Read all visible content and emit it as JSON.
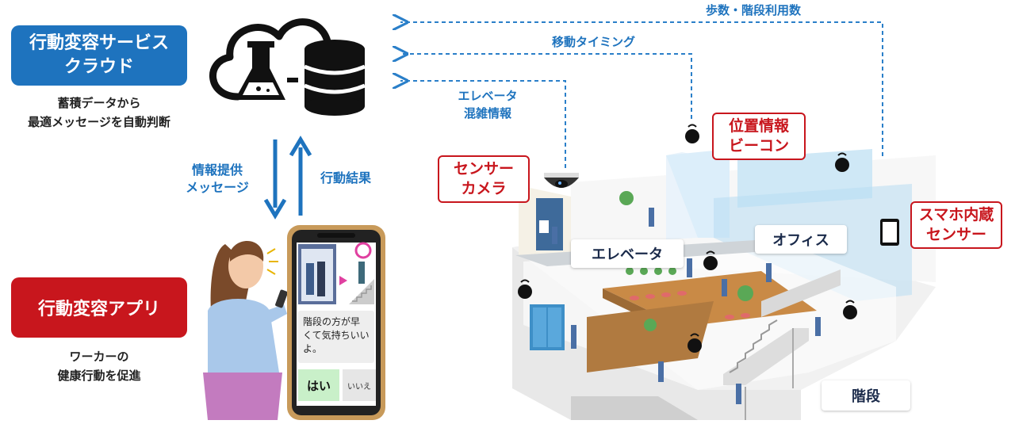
{
  "cloud": {
    "title_line1": "行動変容サービス",
    "title_line2": "クラウド",
    "caption_line1": "蓄積データから",
    "caption_line2": "最適メッセージを自動判断"
  },
  "flow": {
    "down_line1": "情報提供",
    "down_line2": "メッセージ",
    "up": "行動結果"
  },
  "app": {
    "title": "行動変容アプリ",
    "caption_line1": "ワーカーの",
    "caption_line2": "健康行動を促進"
  },
  "phone": {
    "message_line1": "階段の方が早",
    "message_line2": "くて気持ちいい",
    "message_line3": "よ。",
    "yes": "はい",
    "no": "いいえ"
  },
  "data_flows": {
    "steps": "歩数・階段利用数",
    "timing": "移動タイミング",
    "elevator_line1": "エレベータ",
    "elevator_line2": "混雑情報"
  },
  "sensors": {
    "camera_line1": "センサー",
    "camera_line2": "カメラ",
    "beacon_line1": "位置情報",
    "beacon_line2": "ビーコン",
    "phone_line1": "スマホ内蔵",
    "phone_line2": "センサー"
  },
  "building": {
    "elevator": "エレベータ",
    "office": "オフィス",
    "stairs": "階段"
  },
  "colors": {
    "blue": "#1e73be",
    "red": "#c8161d",
    "dashed": "#2a7fc9"
  }
}
